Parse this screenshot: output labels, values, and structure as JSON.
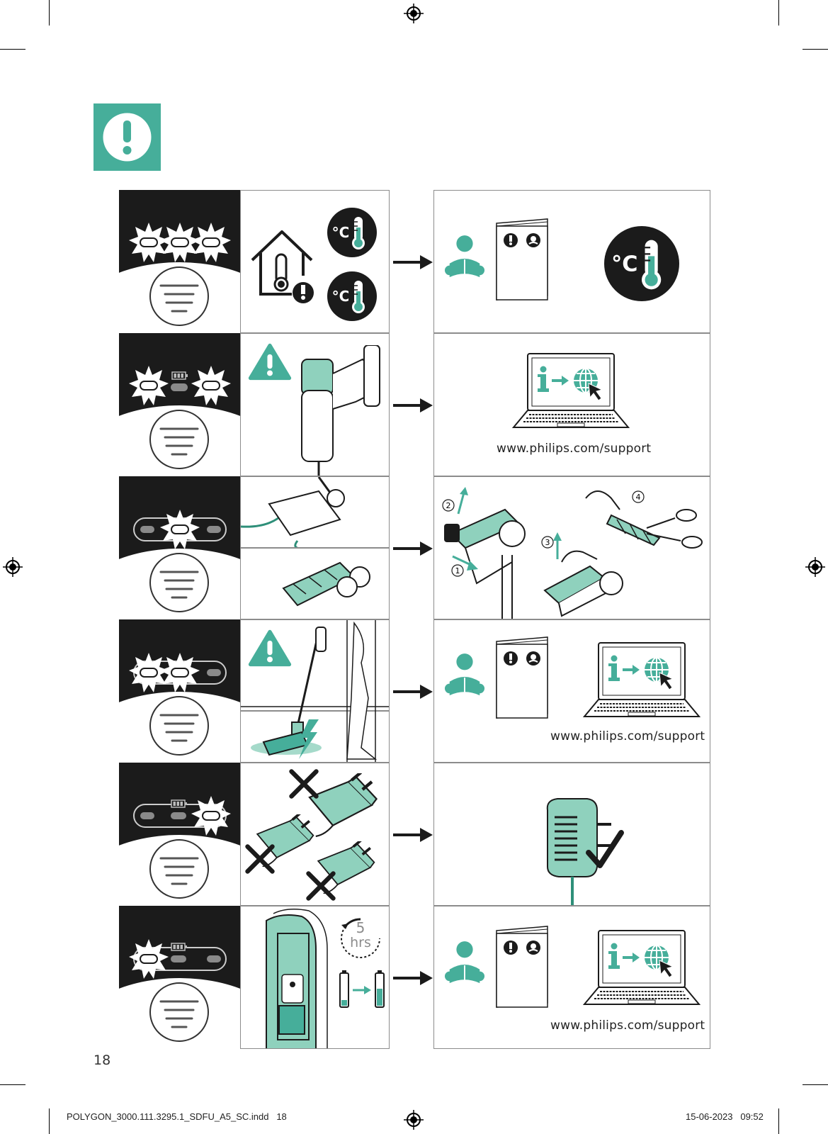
{
  "page_number": "18",
  "footer": {
    "file": "POLYGON_3000.111.3295.1_SDFU_A5_SC.indd",
    "file_page": "18",
    "date_time": "15-06-2023   09:52"
  },
  "support_url": "www.philips.com/support",
  "charge_time": {
    "number": "5",
    "unit": "hrs"
  },
  "temperature_symbol": "°C",
  "colors": {
    "accent": "#46ae9a",
    "light_accent": "#8fd1bd",
    "dark": "#1b1b1b"
  }
}
